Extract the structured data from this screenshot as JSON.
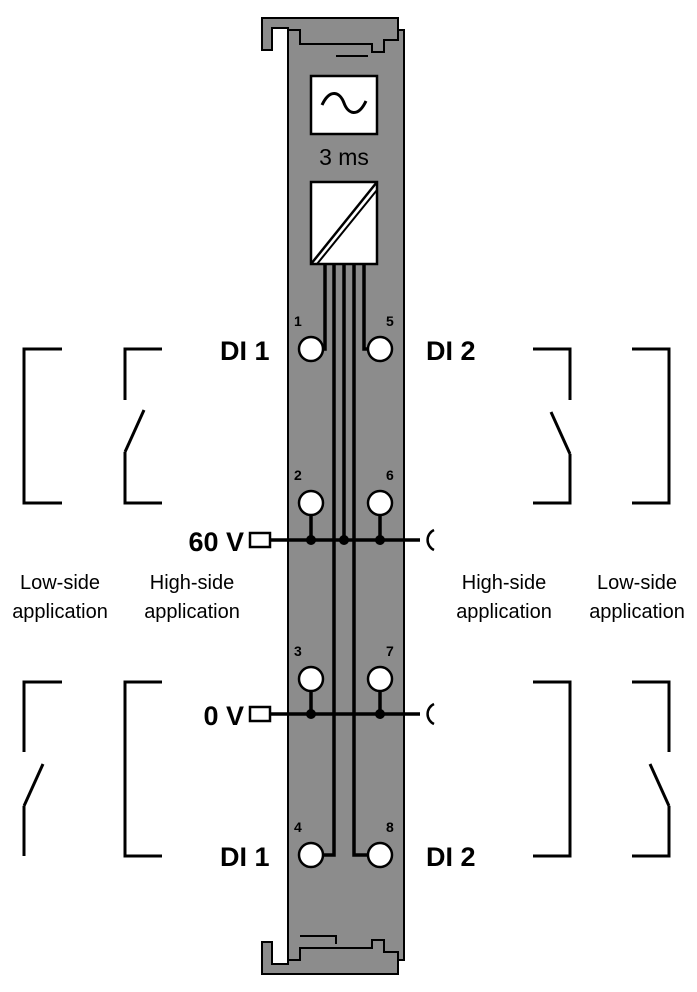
{
  "module": {
    "filter_time": "3 ms",
    "filter_icon": "tilde-sine-icon",
    "converter_icon": "isolation-diagonal-icon"
  },
  "pins": [
    "1",
    "2",
    "3",
    "4",
    "5",
    "6",
    "7",
    "8"
  ],
  "inputs": {
    "di1_top": "DI 1",
    "di2_top": "DI 2",
    "di1_bottom": "DI 1",
    "di2_bottom": "DI 2"
  },
  "supply": {
    "v60": "60 V",
    "v0": "0 V"
  },
  "applications": {
    "left_outer": [
      "Low-side",
      "application"
    ],
    "left_inner": [
      "High-side",
      "application"
    ],
    "right_inner": [
      "High-side",
      "application"
    ],
    "right_outer": [
      "Low-side",
      "application"
    ]
  },
  "colors": {
    "module_body": "#8c8c8c",
    "terminal": "#ffffff",
    "line": "#000000"
  }
}
